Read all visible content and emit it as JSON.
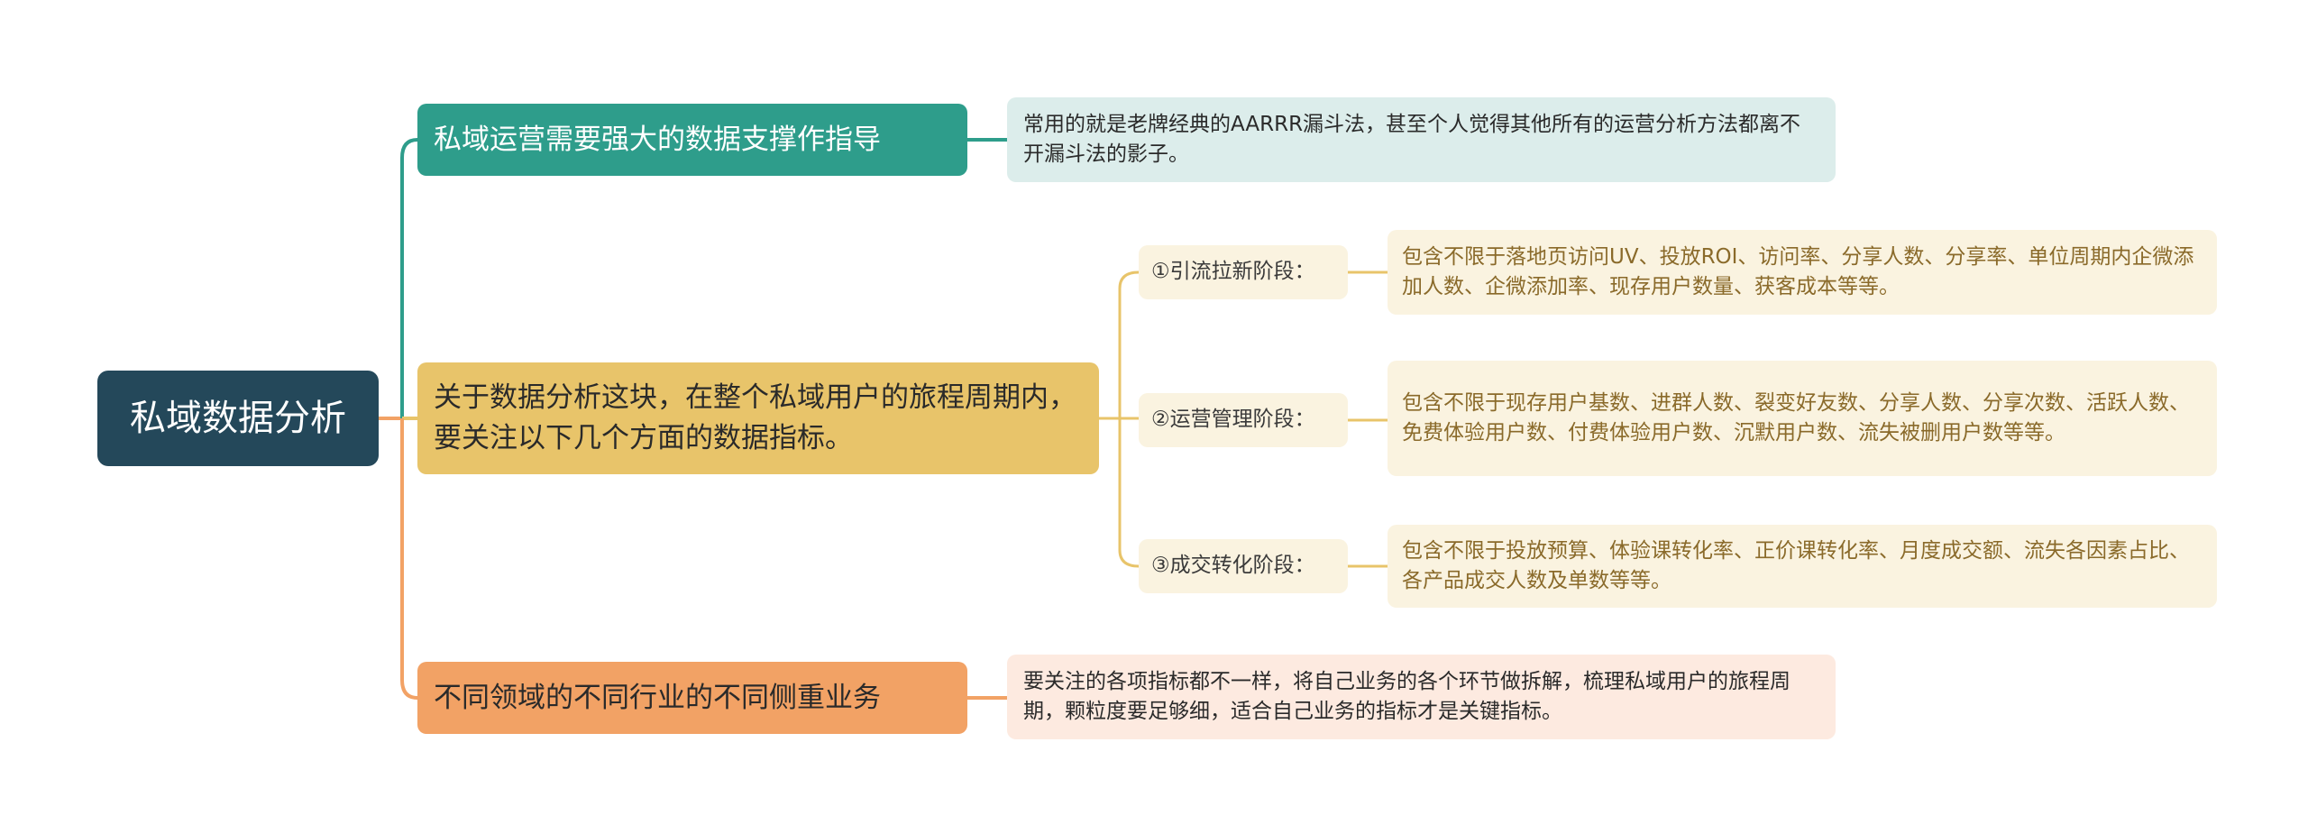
{
  "root": {
    "label": "私域数据分析"
  },
  "branches": [
    {
      "label": "私域运营需要强大的数据支撑作指导",
      "detail": "常用的就是老牌经典的AARRR漏斗法，甚至个人觉得其他所有的运营分析方法都离不开漏斗法的影子。",
      "color": "#2e9d8b"
    },
    {
      "label": "关于数据分析这块，在整个私域用户的旅程周期内，要关注以下几个方面的数据指标。",
      "color": "#e8c46a",
      "stages": [
        {
          "label": "①引流拉新阶段：",
          "detail": "包含不限于落地页访问UV、投放ROI、访问率、分享人数、分享率、单位周期内企微添加人数、企微添加率、现存用户数量、获客成本等等。"
        },
        {
          "label": "②运营管理阶段：",
          "detail": "包含不限于现存用户基数、进群人数、裂变好友数、分享人数、分享次数、活跃人数、免费体验用户数、付费体验用户数、沉默用户数、流失被删用户数等等。"
        },
        {
          "label": "③成交转化阶段：",
          "detail": "包含不限于投放预算、体验课转化率、正价课转化率、月度成交额、流失各因素占比、各产品成交人数及单数等等。"
        }
      ]
    },
    {
      "label": "不同领域的不同行业的不同侧重业务",
      "detail": "要关注的各项指标都不一样，将自己业务的各个环节做拆解，梳理私域用户的旅程周期，颗粒度要足够细，适合自己业务的指标才是关键指标。",
      "color": "#f2a265"
    }
  ],
  "colors": {
    "root": "#24485a",
    "teal_line": "#2e9d8b",
    "yellow_line": "#e8c46a",
    "orange_line": "#f2a265"
  }
}
